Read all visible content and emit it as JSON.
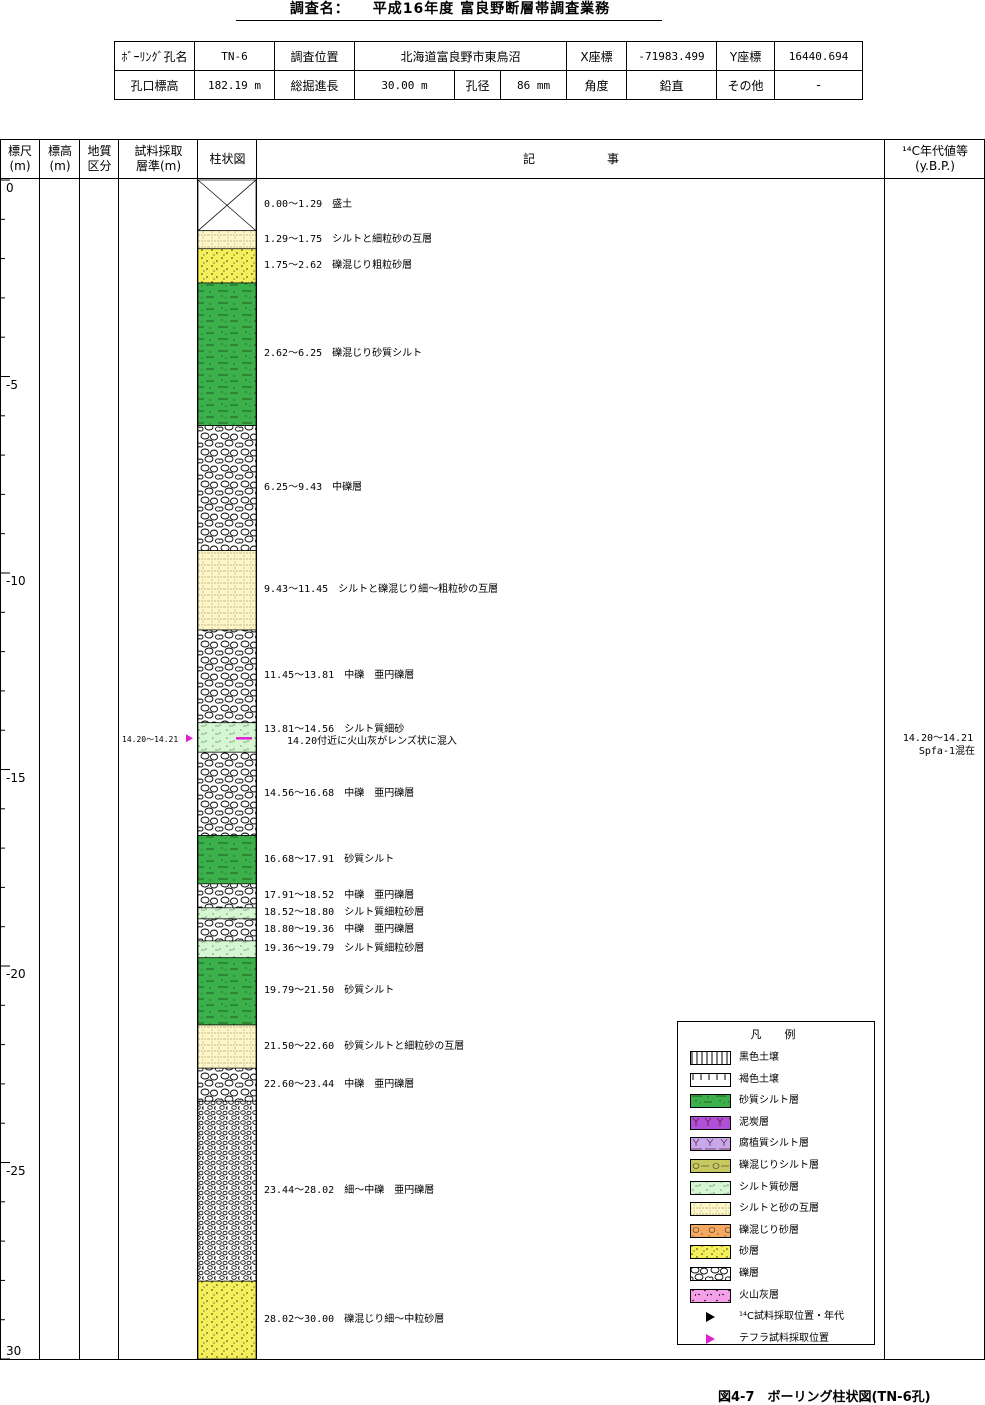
{
  "title": "調査名：　　平成16年度 富良野断層帯調査業務",
  "info": {
    "boring_label": "ﾎﾞｰﾘﾝｸﾞ孔名",
    "boring_value": "TN-6",
    "location_label": "調査位置",
    "location_value": "北海道富良野市東鳥沼",
    "x_label": "X座標",
    "x_value": "-71983.499",
    "y_label": "Y座標",
    "y_value": "16440.694",
    "elev_label": "孔口標高",
    "elev_value": "182.19 m",
    "length_label": "総掘進長",
    "length_value": "30.00 m",
    "diameter_label": "孔径",
    "diameter_value": "86 mm",
    "angle_label": "角度",
    "angle_value": "鉛直",
    "other_label": "その他",
    "other_value": "-"
  },
  "headers": {
    "scale": "標尺",
    "scale_unit": "(m)",
    "elev": "標高",
    "elev_unit": "(m)",
    "geo": "地質",
    "geo2": "区分",
    "sample": "試料採取",
    "sample2": "層準(m)",
    "column": "柱状図",
    "desc": "記　　　　　　事",
    "c14": "¹⁴C年代値等",
    "c14_unit": "(y.B.P.)"
  },
  "scale_labels": [
    "0",
    "-5",
    "-10",
    "-15",
    "-20",
    "-25",
    "30"
  ],
  "sample_label": "14.20～14.21",
  "c14_note": [
    "14.20～14.21",
    "Spfa-1混在"
  ],
  "layers": [
    {
      "from": 0.0,
      "to": 1.29,
      "type": "fill",
      "text": "0.00～1.29　盛土"
    },
    {
      "from": 1.29,
      "to": 1.75,
      "type": "silt_sand_alt",
      "text": "1.29～1.75　シルトと細粒砂の互層"
    },
    {
      "from": 1.75,
      "to": 2.62,
      "type": "sand",
      "text": "1.75～2.62　礫混じり粗粒砂層"
    },
    {
      "from": 2.62,
      "to": 6.25,
      "type": "sandy_silt",
      "text": "2.62～6.25　礫混じり砂質シルト"
    },
    {
      "from": 6.25,
      "to": 9.43,
      "type": "gravel",
      "text": "6.25～9.43　中礫層"
    },
    {
      "from": 9.43,
      "to": 11.45,
      "type": "silt_sand_alt",
      "text": "9.43～11.45　シルトと礫混じり細～粗粒砂の互層"
    },
    {
      "from": 11.45,
      "to": 13.81,
      "type": "gravel",
      "text": "11.45～13.81　中礫　亜円礫層"
    },
    {
      "from": 13.81,
      "to": 14.56,
      "type": "silty_sand",
      "text": "13.81～14.56　シルト質細砂"
    },
    {
      "from": 14.56,
      "to": 16.68,
      "type": "gravel",
      "text": "14.56～16.68　中礫　亜円礫層"
    },
    {
      "from": 16.68,
      "to": 17.91,
      "type": "sandy_silt",
      "text": "16.68～17.91　砂質シルト"
    },
    {
      "from": 17.91,
      "to": 18.52,
      "type": "gravel",
      "text": "17.91～18.52　中礫　亜円礫層"
    },
    {
      "from": 18.52,
      "to": 18.8,
      "type": "silty_sand",
      "text": "18.52～18.80　シルト質細粒砂層"
    },
    {
      "from": 18.8,
      "to": 19.36,
      "type": "gravel",
      "text": "18.80～19.36　中礫　亜円礫層"
    },
    {
      "from": 19.36,
      "to": 19.79,
      "type": "silty_sand",
      "text": "19.36～19.79　シルト質細粒砂層"
    },
    {
      "from": 19.79,
      "to": 21.5,
      "type": "sandy_silt",
      "text": "19.79～21.50　砂質シルト"
    },
    {
      "from": 21.5,
      "to": 22.6,
      "type": "silt_sand_alt",
      "text": "21.50～22.60　砂質シルトと細粒砂の互層"
    },
    {
      "from": 22.6,
      "to": 23.44,
      "type": "gravel",
      "text": "22.60～23.44　中礫　亜円礫層"
    },
    {
      "from": 23.44,
      "to": 28.02,
      "type": "gravel_fine",
      "text": "23.44～28.02　細～中礫　亜円礫層"
    },
    {
      "from": 28.02,
      "to": 30.0,
      "type": "sand",
      "text": "28.02～30.00　礫混じり細～中粒砂層"
    }
  ],
  "extra_desc": {
    "depth": 14.56,
    "text": "14.20付近に火山灰がレンズ状に混入"
  },
  "legend": {
    "title": "凡　例",
    "items": [
      {
        "type": "black_soil",
        "label": "黒色土壌"
      },
      {
        "type": "brown_soil",
        "label": "褐色土壌"
      },
      {
        "type": "sandy_silt",
        "label": "砂質シルト層"
      },
      {
        "type": "peat",
        "label": "泥炭層"
      },
      {
        "type": "humic_silt",
        "label": "腐植質シルト層"
      },
      {
        "type": "gravelly_silt",
        "label": "礫混じりシルト層"
      },
      {
        "type": "silty_sand",
        "label": "シルト質砂層"
      },
      {
        "type": "silt_sand_alt",
        "label": "シルトと砂の互層"
      },
      {
        "type": "gravelly_sand",
        "label": "礫混じり砂層"
      },
      {
        "type": "sand",
        "label": "砂層"
      },
      {
        "type": "gravel",
        "label": "礫層"
      },
      {
        "type": "tephra",
        "label": "火山灰層"
      },
      {
        "type": "c14_marker",
        "label": "¹⁴C試料採取位置・年代"
      },
      {
        "type": "tephra_marker",
        "label": "テフラ試料採取位置"
      }
    ]
  },
  "colors": {
    "sandy_silt": "#3cb04a",
    "sand": "#f5f05a",
    "silt_sand_alt": "#fdf6c8",
    "silty_sand": "#d6f5d2",
    "peat": "#b050d8",
    "humic_silt": "#c8a8e8",
    "gravelly_silt": "#c8c860",
    "gravelly_sand": "#f5a860",
    "tephra": "#f5a0e8",
    "marker_tephra": "#e020d0"
  },
  "caption": "図4-7　ボーリング柱状図(TN-6孔)"
}
